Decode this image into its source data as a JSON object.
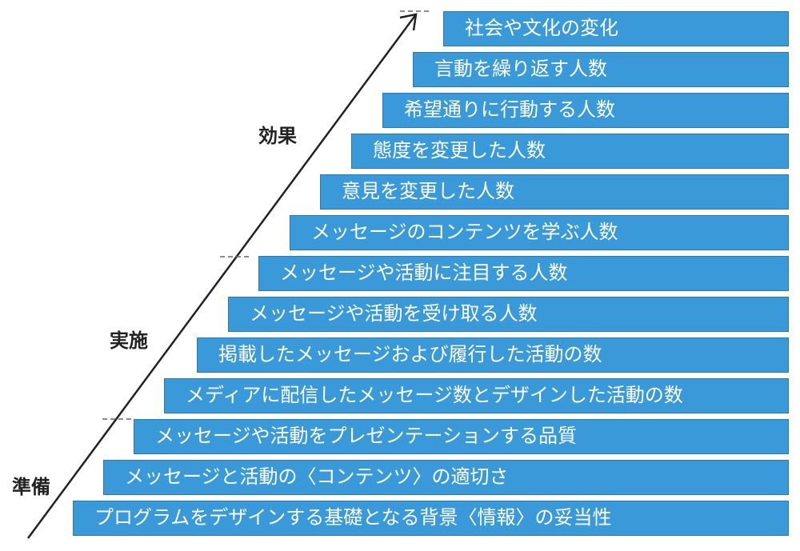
{
  "stages": [
    {
      "key": "effect",
      "label": "効果"
    },
    {
      "key": "implementation",
      "label": "実施"
    },
    {
      "key": "preparation",
      "label": "準備"
    }
  ],
  "steps": [
    {
      "label": "社会や文化の変化",
      "stage": "effect"
    },
    {
      "label": "言動を繰り返す人数",
      "stage": "effect"
    },
    {
      "label": "希望通りに行動する人数",
      "stage": "effect"
    },
    {
      "label": "態度を変更した人数",
      "stage": "effect"
    },
    {
      "label": "意見を変更した人数",
      "stage": "effect"
    },
    {
      "label": "メッセージのコンテンツを学ぶ人数",
      "stage": "effect"
    },
    {
      "label": "メッセージや活動に注目する人数",
      "stage": "implementation"
    },
    {
      "label": "メッセージや活動を受け取る人数",
      "stage": "implementation"
    },
    {
      "label": "掲載したメッセージおよび履行した活動の数",
      "stage": "implementation"
    },
    {
      "label": "メディアに配信したメッセージ数とデザインした活動の数",
      "stage": "implementation"
    },
    {
      "label": "メッセージや活動をプレゼンテーションする品質",
      "stage": "preparation"
    },
    {
      "label": "メッセージと活動の〈コンテンツ〉の適切さ",
      "stage": "preparation"
    },
    {
      "label": "プログラムをデザインする基礎となる背景〈情報〉の妥当性",
      "stage": "preparation"
    }
  ],
  "colors": {
    "bar_fill": "#3a9ad9",
    "bar_border": "#2b7bb3",
    "bar_text": "#ffffff",
    "arrow": "#222222",
    "divider": "#666666"
  }
}
